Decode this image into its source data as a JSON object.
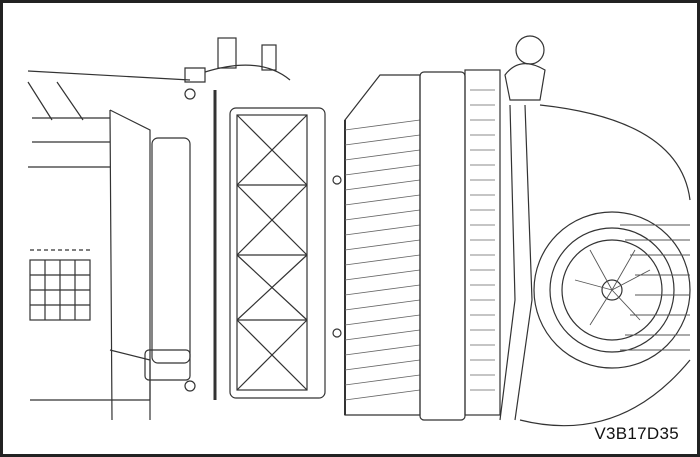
{
  "figure": {
    "code": "V3B17D35",
    "subject": "HVAC module assembly line drawing",
    "components": [
      "cabin-air-filter",
      "evaporator-core",
      "blower-motor-fan",
      "coolant-pipes",
      "mounting-bolts"
    ]
  }
}
